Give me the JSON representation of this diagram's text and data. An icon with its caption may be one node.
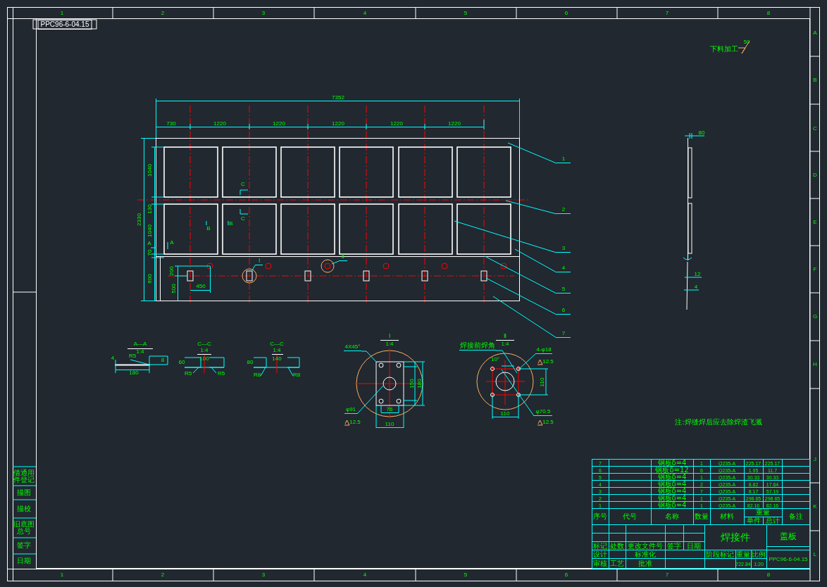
{
  "diagram": {
    "nodes": [
      {
        "text": [
          "1"
        ]
      },
      {
        "text": [
          "2"
        ]
      },
      {
        "text": [
          "3"
        ]
      },
      {
        "text": [
          "4"
        ]
      },
      {
        "text": [
          "5"
        ]
      },
      {
        "text": [
          "6"
        ]
      },
      {
        "text": [
          "7"
        ]
      },
      {
        "text": [
          "Ⅰ"
        ]
      },
      {
        "text": [
          "Ⅱ"
        ]
      },
      {
        "text": [
          "4X45°"
        ]
      },
      {
        "text": [
          "φ91"
        ]
      },
      {
        "text": [
          "焊接前焊角"
        ]
      },
      {
        "text": [
          "4-φ18"
        ]
      },
      {
        "text": [
          "φ70.5"
        ]
      }
    ],
    "edges": [
      {
        "from": 0,
        "to": null,
        "arrow": "none"
      },
      {
        "from": 1,
        "to": null,
        "arrow": "none"
      },
      {
        "from": 2,
        "to": null,
        "arrow": "none"
      },
      {
        "from": 3,
        "to": null,
        "arrow": "none"
      },
      {
        "from": 4,
        "to": null,
        "arrow": "none"
      },
      {
        "from": 5,
        "to": null,
        "arrow": "none"
      },
      {
        "from": 6,
        "to": null,
        "arrow": "none"
      },
      {
        "from": 7,
        "to": null,
        "arrow": "none"
      },
      {
        "from": 8,
        "to": null,
        "arrow": "none"
      },
      {
        "from": 9,
        "to": null,
        "arrow": "none"
      },
      {
        "from": 10,
        "to": null,
        "arrow": "none"
      },
      {
        "from": 11,
        "to": null,
        "arrow": "none"
      },
      {
        "from": 12,
        "to": null,
        "arrow": "none"
      },
      {
        "from": 13,
        "to": null,
        "arrow": "none"
      }
    ],
    "labels": [
      "1",
      "2",
      "3",
      "4",
      "5",
      "6",
      "7",
      "8",
      "1",
      "2",
      "3",
      "4",
      "5",
      "6",
      "7",
      "8",
      "A",
      "B",
      "C",
      "D",
      "E",
      "F",
      "G",
      "H",
      "J",
      "K",
      "L",
      "PPC96-6-04.15",
      "下料加工",
      "50",
      "7352",
      "730",
      "1220",
      "1220",
      "1220",
      "1220",
      "1220",
      "2330",
      "1040",
      "130",
      "1040",
      "70",
      "600",
      "200",
      "500",
      "450",
      "C",
      "C",
      "B",
      "B",
      "A",
      "A",
      "A—A",
      "1:4",
      "R5",
      "4",
      "180",
      "8",
      "C—C",
      "1:4",
      "100",
      "60",
      "R5",
      "R5",
      "C—C",
      "1:4",
      "140",
      "80",
      "R8",
      "R8",
      "Ⅰ",
      "1:4",
      "150",
      "180",
      "76",
      "110",
      "12.5",
      "Ⅱ",
      "1:4",
      "10°",
      "12.5",
      "110",
      "110",
      "12.5",
      "80",
      "12",
      "4",
      "注:焊缝焊后应去除焊渣飞溅",
      "7",
      "钢板δ=4",
      "1",
      "Q235-A",
      "225.17",
      "225.17",
      "6",
      "钢板δ=12",
      "6",
      "Q235-A",
      "1.95",
      "11.7",
      "5",
      "钢板δ=4",
      "1",
      "Q235-A",
      "30.33",
      "30.33",
      "4",
      "钢板δ=4",
      "2",
      "Q235-A",
      "8.82",
      "17.64",
      "3",
      "钢板δ=4",
      "7",
      "Q235-A",
      "8.17",
      "57.19",
      "2",
      "钢板δ=4",
      "1",
      "Q235-A",
      "298.65",
      "298.65",
      "1",
      "钢板δ=4",
      "1",
      "Q235-A",
      "82.16",
      "82.16",
      "序号",
      "代号",
      "名称",
      "数量",
      "材料",
      "单件",
      "总计",
      "重量",
      "备注",
      "标记",
      "处数",
      "更改文件号",
      "签字",
      "日期",
      "设计",
      "标准化",
      "审核",
      "工艺",
      "批准",
      "焊接件",
      "阶段标记",
      "重量",
      "比例",
      "722.84",
      "1:20",
      "盖板",
      "PPC96-6-04.15",
      "借通用件登记",
      "描图",
      "描校",
      "旧底图总号",
      "签字",
      "日期"
    ]
  }
}
